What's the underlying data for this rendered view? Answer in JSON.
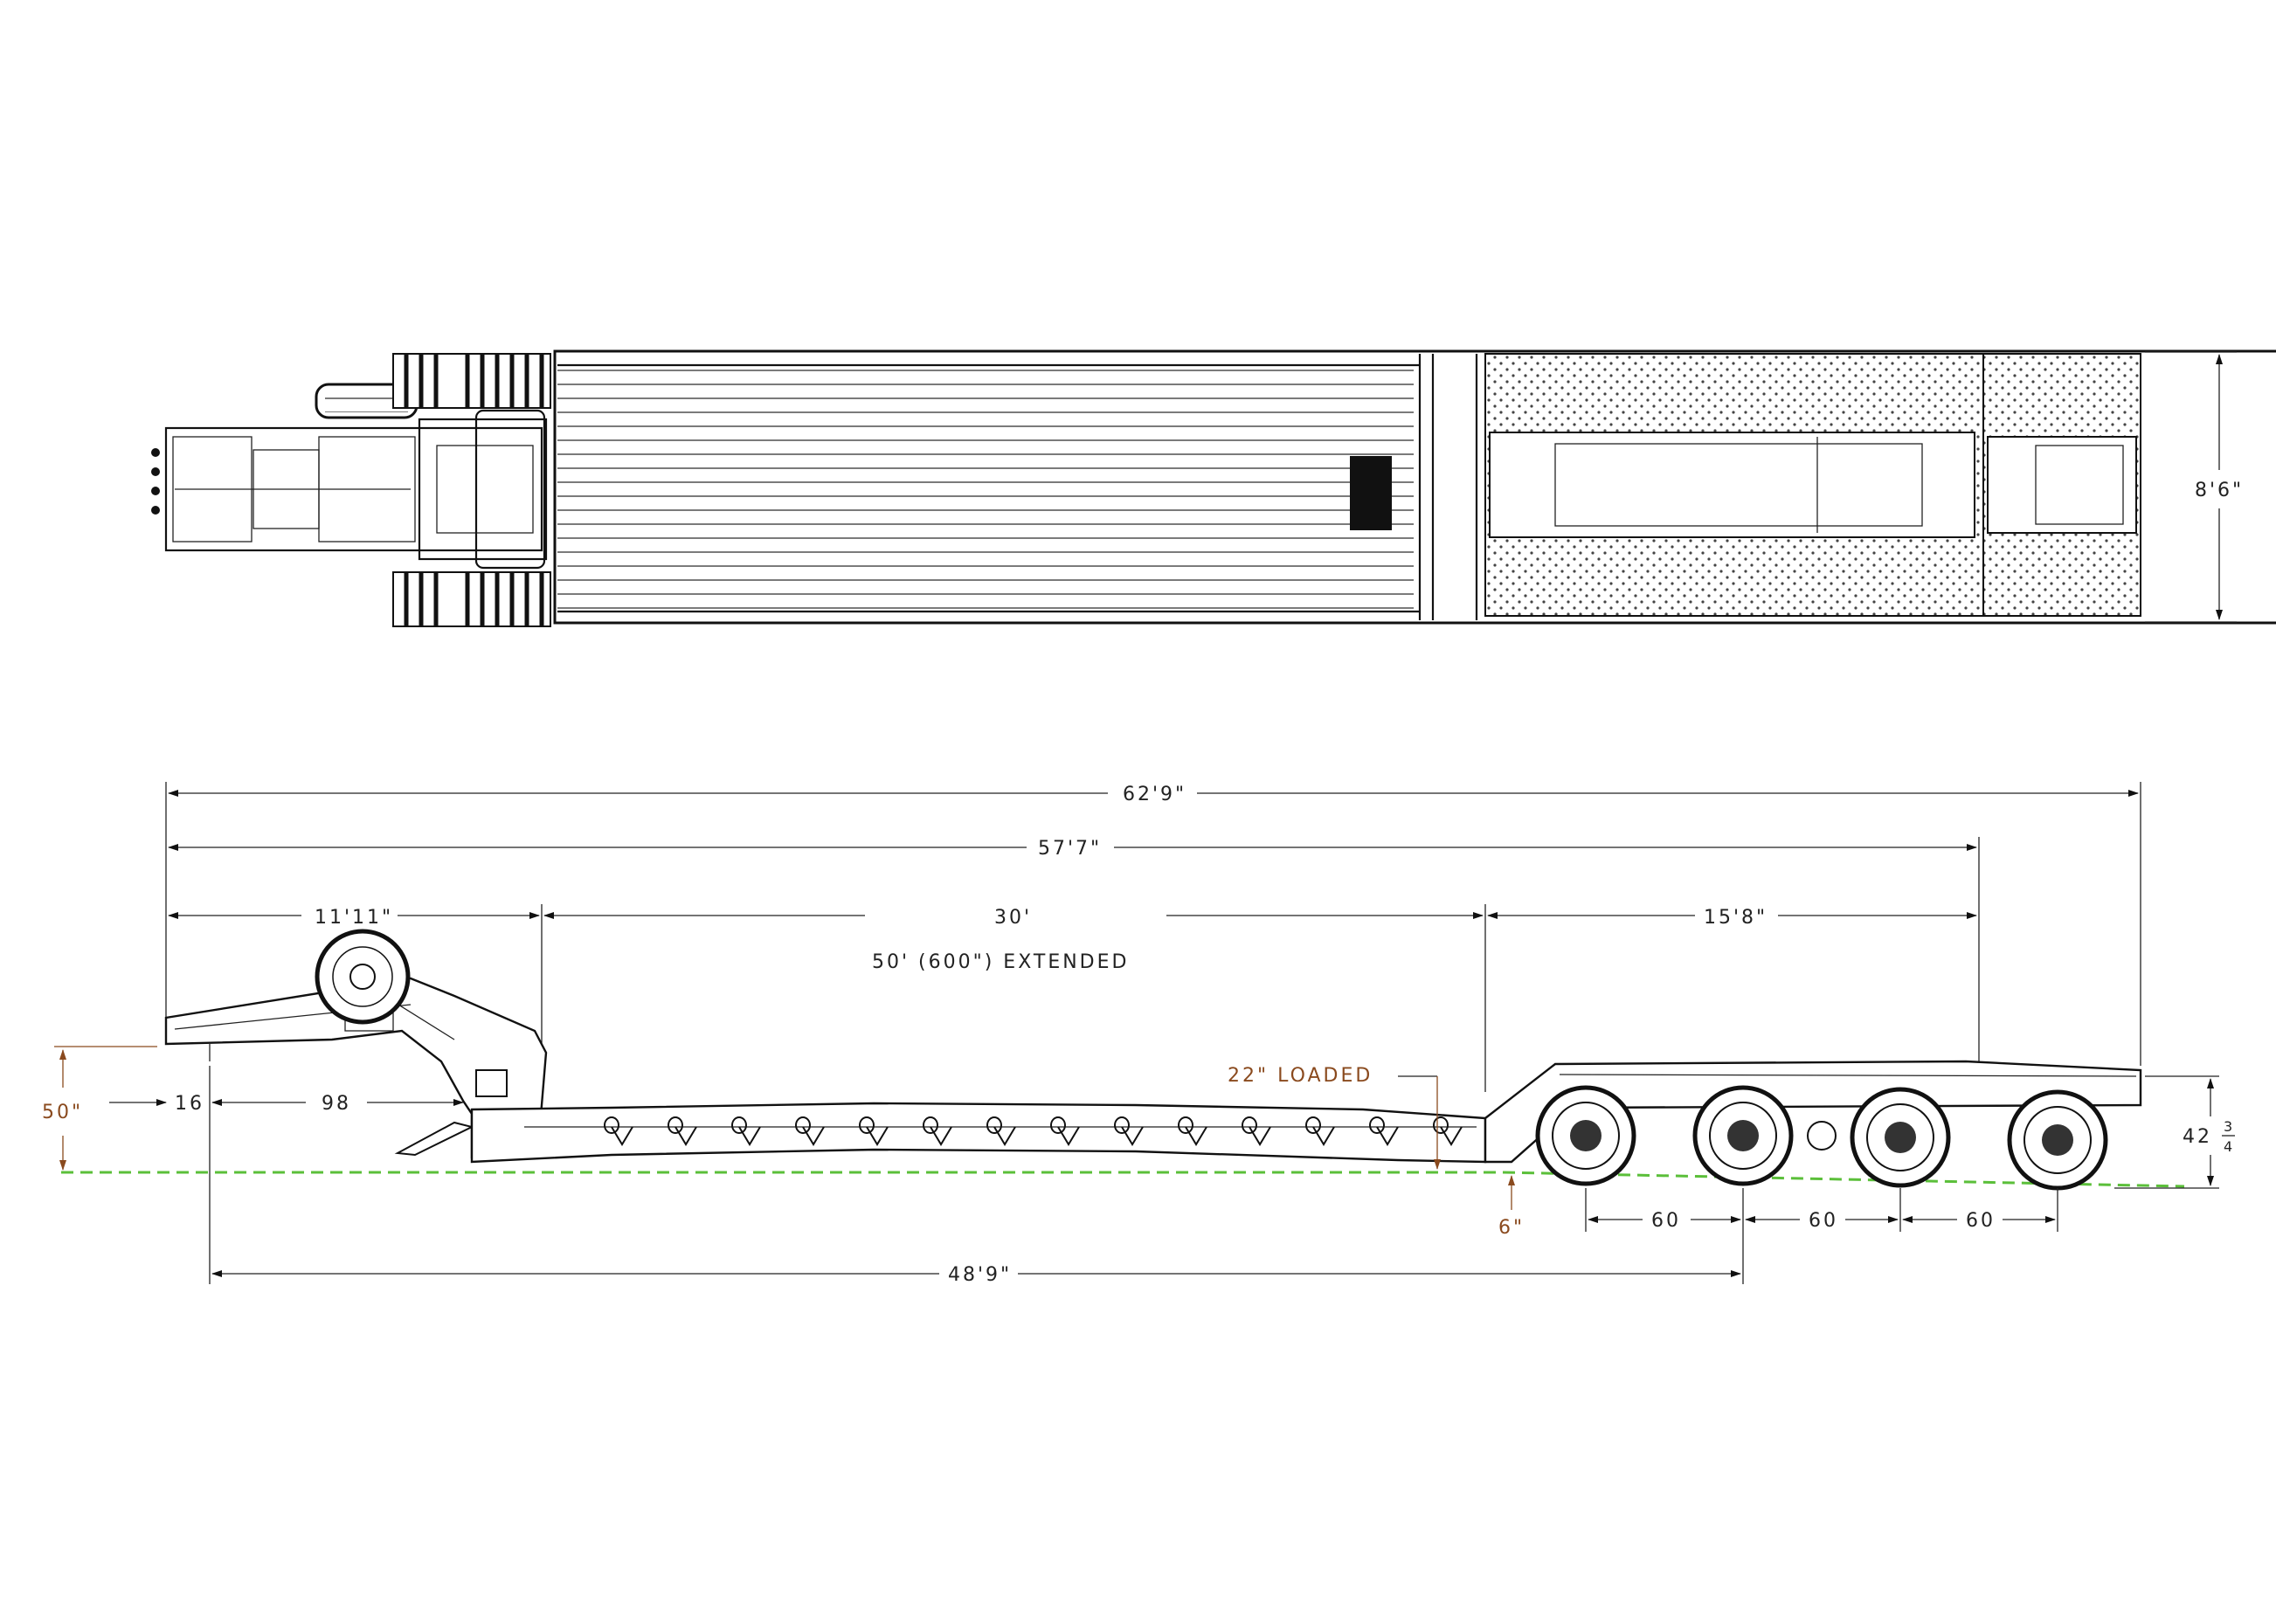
{
  "dimensions": {
    "overall_length": "62'9\"",
    "length_57": "57'7\"",
    "gooseneck_length": "11'11\"",
    "deck_length": "30'",
    "deck_extended": "50'  (600\")  EXTENDED",
    "rear_length": "15'8\"",
    "width": "8'6\"",
    "front_height": "50\"",
    "kingpin_offset": "16",
    "gooseneck_inner": "98",
    "deck_loaded_height": "22\"  LOADED",
    "ground_clearance": "6\"",
    "axle_spacing_1": "60",
    "axle_spacing_2": "60",
    "axle_spacing_3": "60",
    "kingpin_to_axle": "48'9\"",
    "rear_height_whole": "42",
    "rear_height_num": "3",
    "rear_height_den": "4"
  },
  "colors": {
    "line": "#111111",
    "annotation": "#8a4a1e",
    "ground_line": "#5bbf3a"
  }
}
